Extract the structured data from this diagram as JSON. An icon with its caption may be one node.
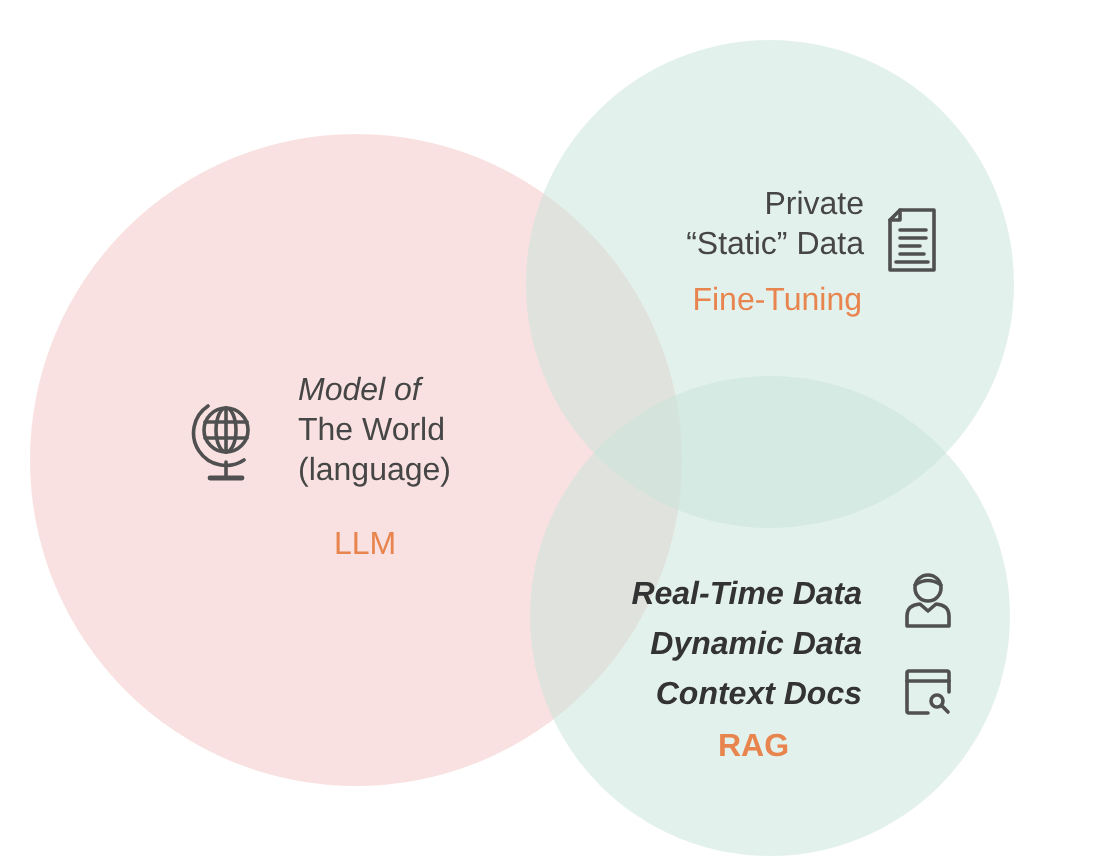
{
  "diagram": {
    "nodes": [
      {
        "text": [
          "*Model of* The World (language)",
          "LLM"
        ]
      },
      {
        "text": [
          "Private “Static” Data",
          "Fine-Tuning"
        ]
      },
      {
        "text": [
          "Real-Time Data",
          "Dynamic Data",
          "Context Docs",
          "RAG"
        ]
      }
    ]
  }
}
